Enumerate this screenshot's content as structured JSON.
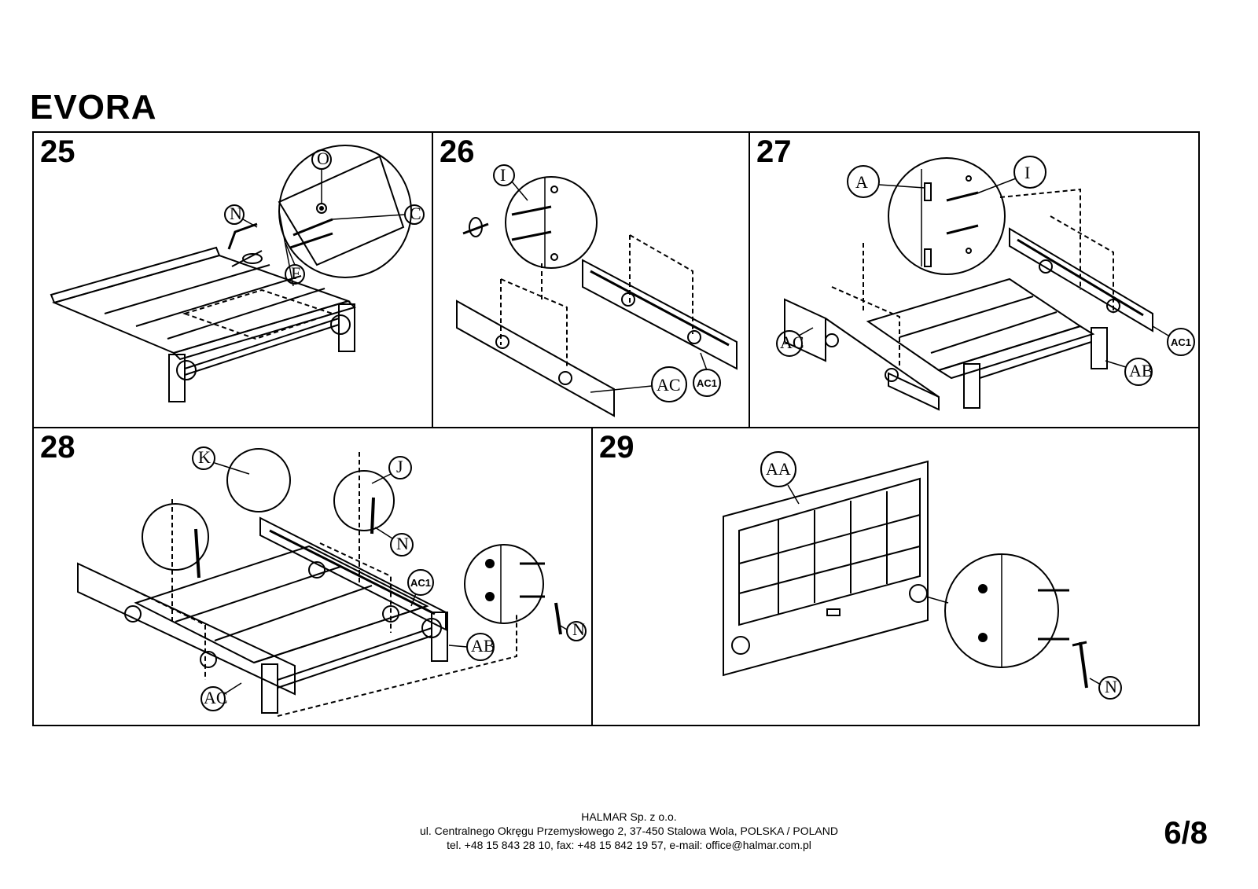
{
  "document": {
    "title": "EVORA",
    "page_number": "6/8"
  },
  "steps": [
    {
      "number": "25",
      "labels": {
        "n": "N",
        "o": "O",
        "c": "C",
        "f": "F"
      }
    },
    {
      "number": "26",
      "labels": {
        "i": "I",
        "ac": "AC",
        "ac1": "AC1"
      }
    },
    {
      "number": "27",
      "labels": {
        "a": "A",
        "i": "I",
        "ac": "AC",
        "ac1": "AC1",
        "ab": "AB"
      }
    },
    {
      "number": "28",
      "labels": {
        "k": "K",
        "j": "J",
        "n": "N",
        "n2": "N",
        "ac1": "AC1",
        "ab": "AB",
        "ac": "AC"
      }
    },
    {
      "number": "29",
      "labels": {
        "aa": "AA",
        "n": "N"
      }
    }
  ],
  "footer": {
    "company": "HALMAR Sp. z o.o.",
    "address": "ul. Centralnego Okręgu Przemysłowego 2, 37-450 Stalowa Wola, POLSKA / POLAND",
    "contact": "tel. +48 15 843 28 10, fax: +48 15 842 19 57, e-mail: office@halmar.com.pl"
  }
}
